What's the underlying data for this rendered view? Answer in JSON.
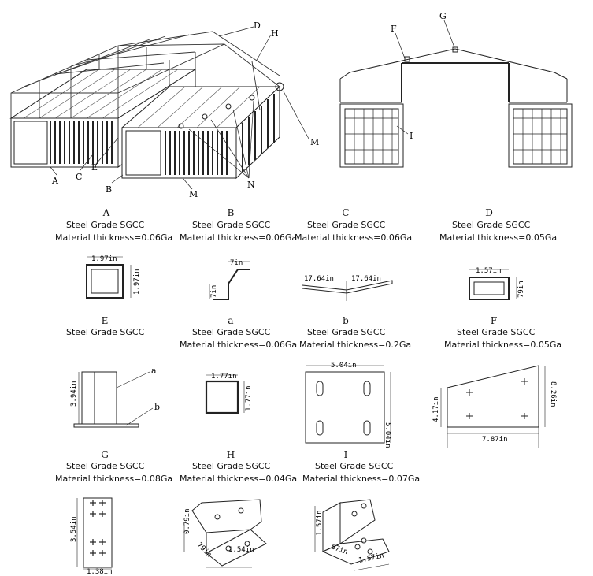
{
  "overview": {
    "callouts": {
      "A": "A",
      "B": "B",
      "C": "C",
      "D": "D",
      "E": "E",
      "H": "H",
      "M1": "M",
      "M2": "M",
      "N": "N"
    }
  },
  "elevation": {
    "callouts": {
      "F": "F",
      "G": "G",
      "I": "I"
    }
  },
  "parts": [
    {
      "letter": "A",
      "grade": "Steel  Grade SGCC",
      "thickness": "Material thickness=0.06Ga",
      "dims": [
        "1.97in",
        "1.97in"
      ]
    },
    {
      "letter": "B",
      "grade": "Steel  Grade SGCC",
      "thickness": "Material thickness=0.06Ga",
      "dims": [
        "7in",
        "7in"
      ]
    },
    {
      "letter": "C",
      "grade": "Steel  Grade SGCC",
      "thickness": "Material thickness=0.06Ga",
      "dims": [
        "17.64in",
        "17.64in"
      ]
    },
    {
      "letter": "D",
      "grade": "Steel  Grade SGCC",
      "thickness": "Material thickness=0.05Ga",
      "dims": [
        "1.57in",
        "79in"
      ]
    },
    {
      "letter": "E",
      "grade": "Steel  Grade SGCC",
      "thickness": "",
      "dims": [
        "3.94in"
      ],
      "sub": [
        "a",
        "b"
      ]
    },
    {
      "letter": "a",
      "grade": "Steel  Grade SGCC",
      "thickness": "Material thickness=0.06Ga",
      "dims": [
        "1.77in",
        "1.77in"
      ]
    },
    {
      "letter": "b",
      "grade": "Steel  Grade SGCC",
      "thickness": "Material thickness=0.2Ga",
      "dims": [
        "5.04in",
        "5.04in"
      ]
    },
    {
      "letter": "F",
      "grade": "Steel  Grade SGCC",
      "thickness": "Material thickness=0.05Ga",
      "dims": [
        "4.17in",
        "8.26in",
        "7.87in"
      ]
    },
    {
      "letter": "G",
      "grade": "Steel  Grade SGCC",
      "thickness": "Material thickness=0.08Ga",
      "dims": [
        "3.54in",
        "1.38in"
      ]
    },
    {
      "letter": "H",
      "grade": "Steel  Grade SGCC",
      "thickness": "Material thickness=0.04Ga",
      "dims": [
        "0.79in",
        "79in",
        "1.54in"
      ]
    },
    {
      "letter": "I",
      "grade": "Steel  Grade SGCC",
      "thickness": "Material thickness=0.07Ga",
      "dims": [
        "1.57in",
        "57in",
        "1.57in"
      ]
    }
  ]
}
